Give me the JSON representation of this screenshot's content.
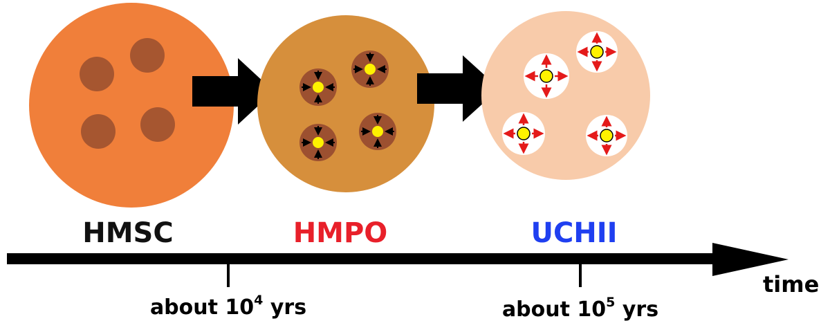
{
  "stages": [
    {
      "label": "HMSC",
      "label_color": "#111111",
      "cloud_color": "#F07F3A",
      "core_color": "#A65630"
    },
    {
      "label": "HMPO",
      "label_color": "#E8202A",
      "cloud_color": "#D68F3C",
      "core_color": "#9C5030",
      "star_color": "#FFF200"
    },
    {
      "label": "UCHII",
      "label_color": "#1F3FF0",
      "cloud_color": "#F8CBAA",
      "bubble_color": "#FFFFFF",
      "star_color": "#FFF200",
      "arrow_color": "#E41A1A"
    }
  ],
  "timeline": {
    "axis_label": "time",
    "ticks": [
      {
        "prefix": "about 10",
        "exponent": "4",
        "suffix": " yrs"
      },
      {
        "prefix": "about 10",
        "exponent": "5",
        "suffix": " yrs"
      }
    ]
  }
}
